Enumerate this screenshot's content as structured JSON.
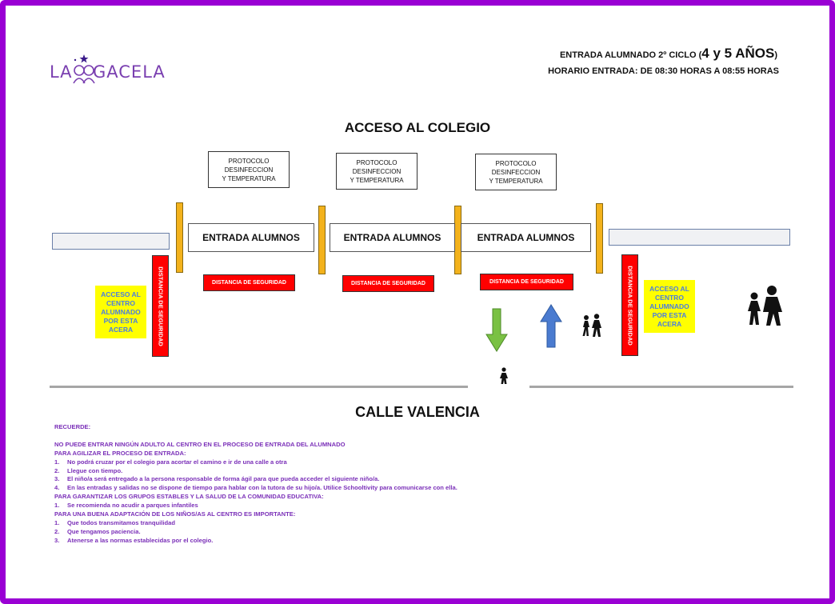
{
  "header": {
    "logo_la": "LA",
    "logo_gacela": "GACELA",
    "entry_title_prefix": "ENTRADA ALUMNADO 2º CICLO (",
    "entry_title_big": "4 y 5 AÑOS",
    "entry_title_suffix": ")",
    "schedule": "HORARIO ENTRADA: DE 08:30 HORAS A 08:55 HORAS"
  },
  "diagram": {
    "title": "ACCESO AL COLEGIO",
    "protocol_boxes": [
      {
        "line1": "PROTOCOLO",
        "line2": "DESINFECCION",
        "line3": "Y TEMPERATURA"
      },
      {
        "line1": "PROTOCOLO",
        "line2": "DESINFECCION",
        "line3": "Y TEMPERATURA"
      },
      {
        "line1": "PROTOCOLO",
        "line2": "DESINFECCION",
        "line3": "Y TEMPERATURA"
      }
    ],
    "entrances": [
      "ENTRADA ALUMNOS",
      "ENTRADA ALUMNOS",
      "ENTRADA ALUMNOS"
    ],
    "safety_distance": [
      "DISTANCIA DE SEGURIDAD",
      "DISTANCIA DE SEGURIDAD",
      "DISTANCIA DE SEGURIDAD"
    ],
    "vertical_safety_distance": [
      "DISTANCIA DE SEGURIDAD",
      "DISTANCIA DE SEGURIDAD"
    ],
    "access_signs": [
      {
        "l1": "ACCESO AL",
        "l2": "CENTRO",
        "l3": "ALUMNADO",
        "l4": "POR ESTA",
        "l5": "ACERA"
      },
      {
        "l1": "ACCESO AL",
        "l2": "CENTRO",
        "l3": "ALUMNADO",
        "l4": "POR ESTA",
        "l5": "ACERA"
      }
    ],
    "street": "CALLE VALENCIA",
    "colors": {
      "post": "#f3b21c",
      "safety": "#ff0000",
      "sign": "#ffff00",
      "arrow_down": "#7ac143",
      "arrow_up": "#4a7bd0",
      "frame": "#9a00d4"
    },
    "icons": [
      "down-arrow-icon",
      "up-arrow-icon",
      "pedestrians-icon",
      "adult-child-icon",
      "child-icon"
    ]
  },
  "notes": {
    "recuerde": "RECUERDE:",
    "line_no_adult": "NO PUEDE ENTRAR NINGÚN ADULTO AL CENTRO EN EL PROCESO DE ENTRADA DEL ALUMNADO",
    "sec1_title": "PARA AGILIZAR EL PROCESO DE ENTRADA:",
    "sec1": [
      {
        "n": "1.",
        "t": "No podrá cruzar por el colegio para acortar el camino e ir de una calle a otra"
      },
      {
        "n": "2.",
        "t": "Llegue con tiempo."
      },
      {
        "n": "3.",
        "t": "El niño/a será entregado a la persona responsable de forma ágil para que pueda acceder el siguiente niño/a."
      },
      {
        "n": "4.",
        "t": "En las entradas y salidas no se dispone de tiempo para hablar con la tutora de su hijo/a.  Utilice Schooltivity para comunicarse con ella."
      }
    ],
    "sec2_title": "PARA GARANTIZAR LOS GRUPOS ESTABLES Y LA  SALUD DE LA COMUNIDAD EDUCATIVA:",
    "sec2": [
      {
        "n": "1.",
        "t": "Se recomienda no acudir a parques infantiles"
      }
    ],
    "sec3_title": "PARA UNA BUENA ADAPTACIÓN DE LOS NIÑOS/AS AL CENTRO ES IMPORTANTE:",
    "sec3": [
      {
        "n": "1.",
        "t": "Que todos transmitamos tranquilidad"
      },
      {
        "n": "2.",
        "t": "Que tengamos paciencia."
      },
      {
        "n": "3.",
        "t": "Atenerse a las normas establecidas por el colegio."
      }
    ]
  }
}
